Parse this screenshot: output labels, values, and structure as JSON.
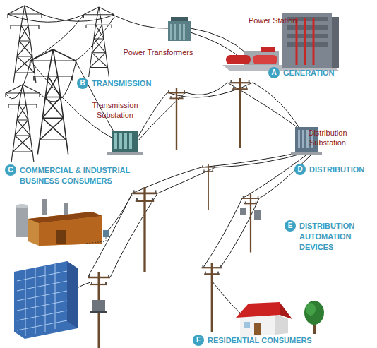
{
  "diagram": {
    "nodes": [
      {
        "text": [
          "A",
          "GENERATION"
        ]
      },
      {
        "text": [
          "B",
          "TRANSMISSION"
        ]
      },
      {
        "text": [
          "C",
          "COMMERCIAL & INDUSTRIAL BUSINESS CONSUMERS"
        ]
      },
      {
        "text": [
          "D",
          "DISTRIBUTION"
        ]
      },
      {
        "text": [
          "E",
          "DISTRIBUTION AUTOMATION DEVICES"
        ]
      },
      {
        "text": [
          "F",
          "RESIDENTIAL CONSUMERS"
        ]
      }
    ],
    "labels": [
      "Power Station",
      "Power Transformers",
      "Transmission Substation",
      "Distribution Substation"
    ]
  }
}
